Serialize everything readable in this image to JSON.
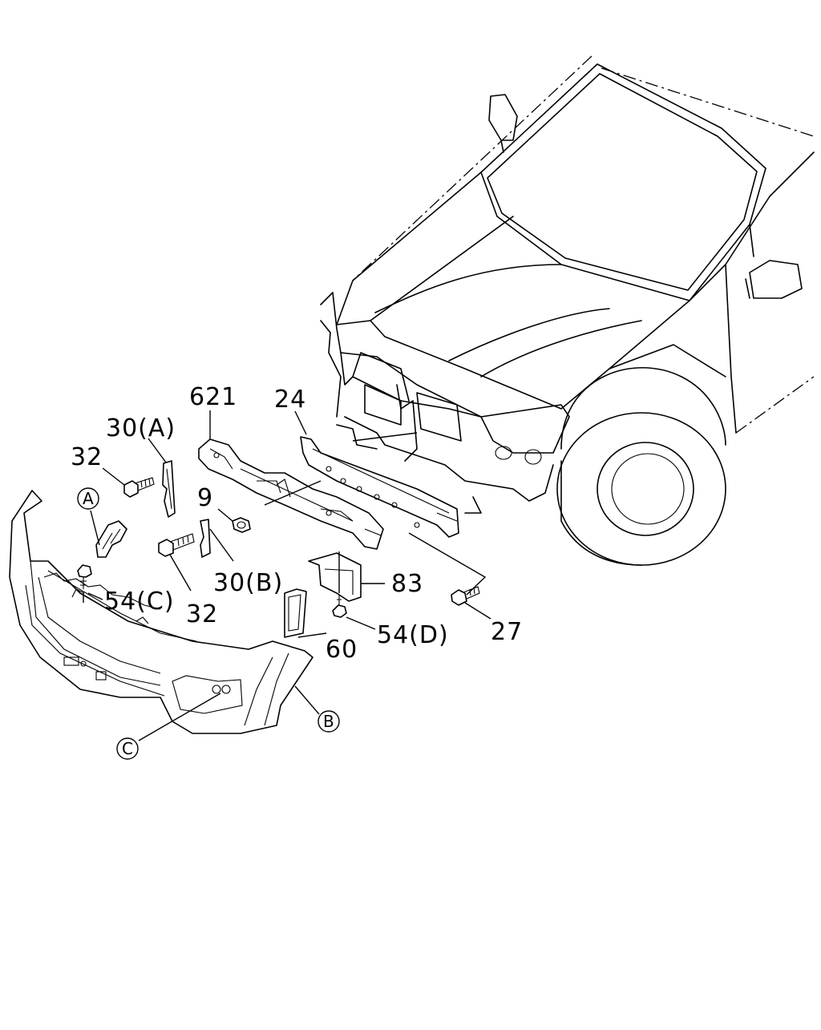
{
  "callouts": {
    "p621": "621",
    "p24": "24",
    "p30a": "30(A)",
    "p32a": "32",
    "p9": "9",
    "p30b": "30(B)",
    "p32b": "32",
    "p54c": "54(C)",
    "p83": "83",
    "p27": "27",
    "p54d": "54(D)",
    "p60": "60"
  },
  "markers": {
    "a": "A",
    "b": "B",
    "c": "C"
  }
}
